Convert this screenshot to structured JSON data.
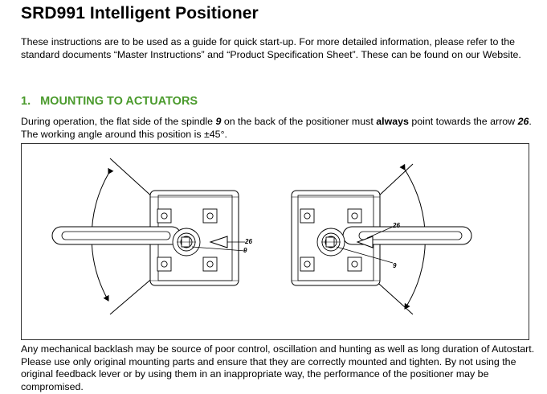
{
  "document": {
    "title": "SRD991  Intelligent Positioner",
    "intro": "These instructions are to be used as a guide for quick start-up. For more detailed information, please refer to the standard documents “Master Instructions” and “Product Specification Sheet”. These can be found on our Website.",
    "section": {
      "number": "1.",
      "heading": "MOUNTING TO ACTUATORS"
    },
    "operation_text": {
      "part1": "During operation, the flat side of the spindle ",
      "spindle_ref": "9",
      "part2": " on the back of the positioner must ",
      "emphasis": "always",
      "part3": " point towards the arrow ",
      "arrow_ref": "26",
      "part4": ". The working angle around this position is  ±45°."
    },
    "figure": {
      "left_labels": {
        "arrow": "26",
        "spindle": "9"
      },
      "right_labels": {
        "arrow": "26",
        "spindle": "9"
      }
    },
    "footer": "Any mechanical backlash may be source of poor control, oscillation and hunting as well as long duration of Autostart. Please use only original mounting parts and ensure that they are correctly mounted and tighten. By not using the original feedback lever or by using them in an inappropriate way, the performance of the positioner may be compromised.",
    "colors": {
      "heading": "#4a9a2c"
    }
  }
}
